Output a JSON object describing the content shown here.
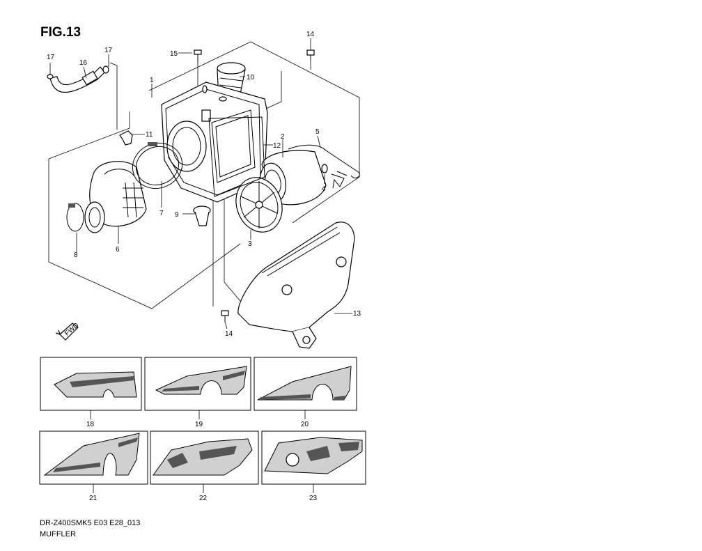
{
  "figure": {
    "title": "FIG.13",
    "code": "DR-Z400SMK5 E03 E28_013",
    "name": "MUFFLER"
  },
  "callouts": {
    "c1": "1",
    "c2": "2",
    "c3": "3",
    "c4": "4",
    "c5": "5",
    "c6": "6",
    "c7": "7",
    "c8": "8",
    "c9": "9",
    "c10": "10",
    "c11": "11",
    "c12": "12",
    "c13": "13",
    "c14a": "14",
    "c14b": "14",
    "c15": "15",
    "c16": "16",
    "c17a": "17",
    "c17b": "17"
  },
  "inset_labels": {
    "i18": "18",
    "i19": "19",
    "i20": "20",
    "i21": "21",
    "i22": "22",
    "i23": "23"
  },
  "direction_marker": "FWD"
}
